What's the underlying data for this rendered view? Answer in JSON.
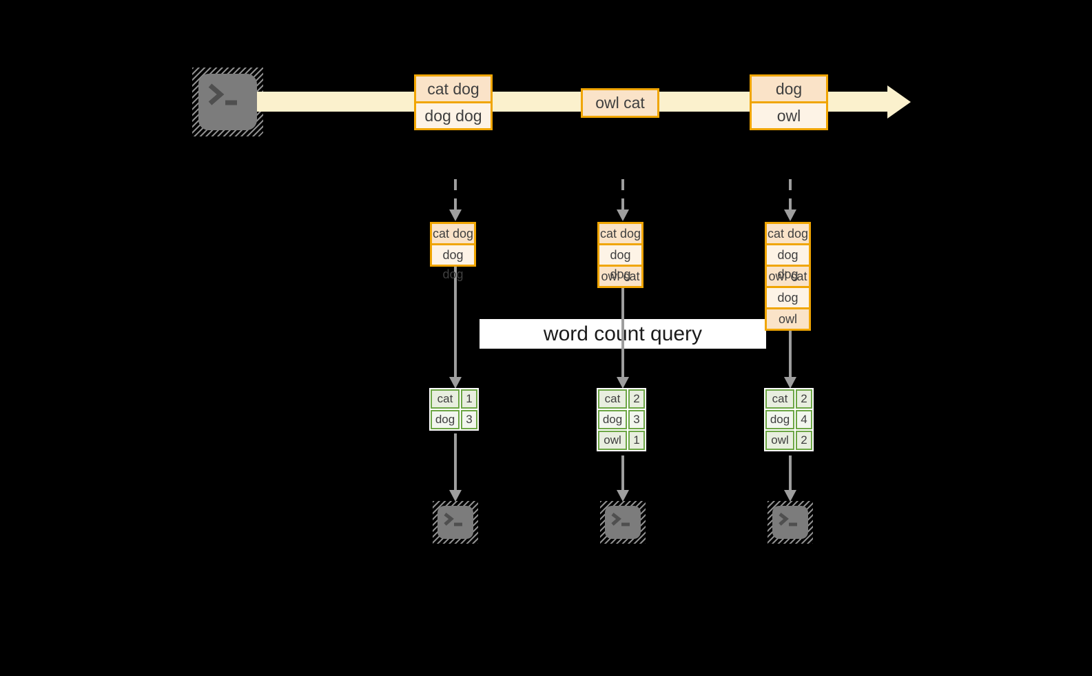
{
  "banner": {
    "label": "word count query"
  },
  "stream": {
    "source_icon": "terminal-icon",
    "events": [
      {
        "rows": [
          "cat dog",
          "dog dog"
        ]
      },
      {
        "rows": [
          "owl cat"
        ]
      },
      {
        "rows": [
          "dog",
          "owl"
        ]
      }
    ]
  },
  "stacks": [
    {
      "rows": [
        "cat dog",
        "dog dog"
      ]
    },
    {
      "rows": [
        "cat dog",
        "dog dog",
        "owl cat"
      ]
    },
    {
      "rows": [
        "cat dog",
        "dog dog",
        "owl cat",
        "dog",
        "owl"
      ]
    }
  ],
  "result_tables": [
    {
      "rows": [
        {
          "word": "cat",
          "count": "1"
        },
        {
          "word": "dog",
          "count": "3"
        }
      ]
    },
    {
      "rows": [
        {
          "word": "cat",
          "count": "2"
        },
        {
          "word": "dog",
          "count": "3"
        },
        {
          "word": "owl",
          "count": "1"
        }
      ]
    },
    {
      "rows": [
        {
          "word": "cat",
          "count": "2"
        },
        {
          "word": "dog",
          "count": "4"
        },
        {
          "word": "owl",
          "count": "2"
        }
      ]
    }
  ],
  "icons": {
    "source": "terminal-icon",
    "sinks": [
      "terminal-icon",
      "terminal-icon",
      "terminal-icon"
    ]
  },
  "colors": {
    "background": "#000000",
    "stream_arrow": "#fbf1cd",
    "event_border": "#f0a502",
    "event_fill_dark": "#fae3c8",
    "event_fill_light": "#fdf3e6",
    "table_border": "#6ca644",
    "table_fill_dark": "#e8eedf",
    "table_fill_light": "#f2f6ee",
    "arrow_gray": "#9e9e9e",
    "terminal_gray": "#7c7c7c",
    "banner_background": "#ffffff"
  }
}
